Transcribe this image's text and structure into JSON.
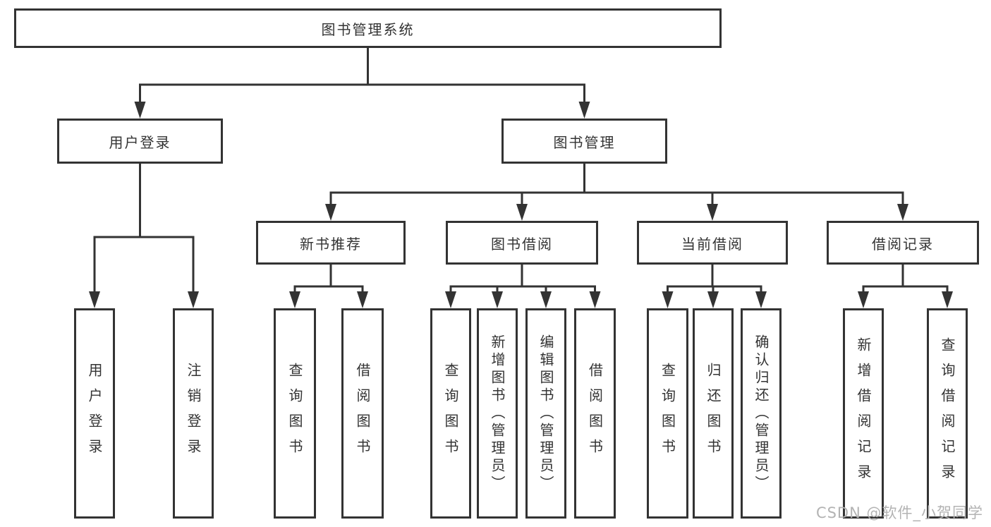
{
  "tree": {
    "root": "图书管理系统",
    "children": [
      {
        "label": "用户登录",
        "children": [
          {
            "label": "用户登录"
          },
          {
            "label": "注销登录"
          }
        ]
      },
      {
        "label": "图书管理",
        "children": [
          {
            "label": "新书推荐",
            "children": [
              {
                "label": "查询图书"
              },
              {
                "label": "借阅图书"
              }
            ]
          },
          {
            "label": "图书借阅",
            "children": [
              {
                "label": "查询图书"
              },
              {
                "label": "新增图书（管理员）"
              },
              {
                "label": "编辑图书（管理员）"
              },
              {
                "label": "借阅图书"
              }
            ]
          },
          {
            "label": "当前借阅",
            "children": [
              {
                "label": "查询图书"
              },
              {
                "label": "归还图书"
              },
              {
                "label": "确认归还（管理员）"
              }
            ]
          },
          {
            "label": "借阅记录",
            "children": [
              {
                "label": "新增借阅记录"
              },
              {
                "label": "查询借阅记录"
              }
            ]
          }
        ]
      }
    ]
  },
  "watermark": "CSDN @软件_小贺同学",
  "colors": {
    "line": "#333333",
    "text": "#333333",
    "node_background": "#ffffff",
    "watermark": "#b3b3b3"
  }
}
